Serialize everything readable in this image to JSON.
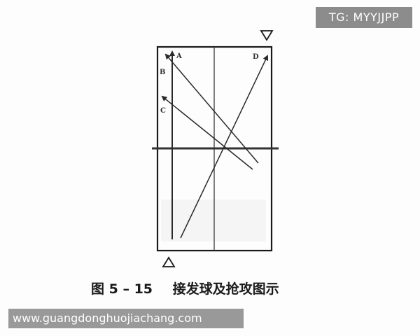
{
  "watermarks": {
    "top": "TG: MYYJJPP",
    "bottom": "www.guangdonghuojiachang.com"
  },
  "caption": {
    "figure_number": "图 5 – 15",
    "title": "接发球及抢攻图示"
  },
  "diagram": {
    "labels": {
      "a": "A",
      "b": "B",
      "c": "C",
      "d": "D"
    },
    "colors": {
      "line": "#2a2a2a",
      "table_border": "#1a1a1a",
      "net": "#333333"
    }
  }
}
